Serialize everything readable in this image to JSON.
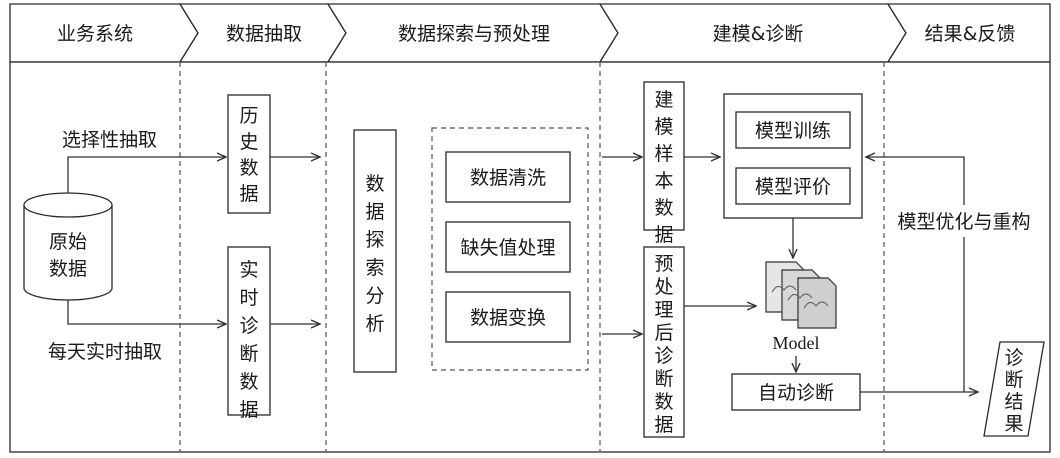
{
  "header": {
    "stages": [
      "业务系统",
      "数据抽取",
      "数据探索与预处理",
      "建模&诊断",
      "结果&反馈"
    ]
  },
  "source": {
    "db_label_line1": "原始",
    "db_label_line2": "数据"
  },
  "flows": {
    "top": "选择性抽取",
    "bottom": "每天实时抽取"
  },
  "extract": {
    "history": "历史数据",
    "realtime": "实时诊断数据"
  },
  "explore": {
    "analysis": "数据探索分析",
    "steps": [
      "数据清洗",
      "缺失值处理",
      "数据变换"
    ]
  },
  "modeling": {
    "sample": "建模样本数据",
    "pre_diag": "预处理后诊断数据",
    "train": "模型训练",
    "eval": "模型评价",
    "model": "Model",
    "auto": "自动诊断"
  },
  "feedback": {
    "optimize": "模型优化与重构",
    "result": "诊断结果"
  }
}
